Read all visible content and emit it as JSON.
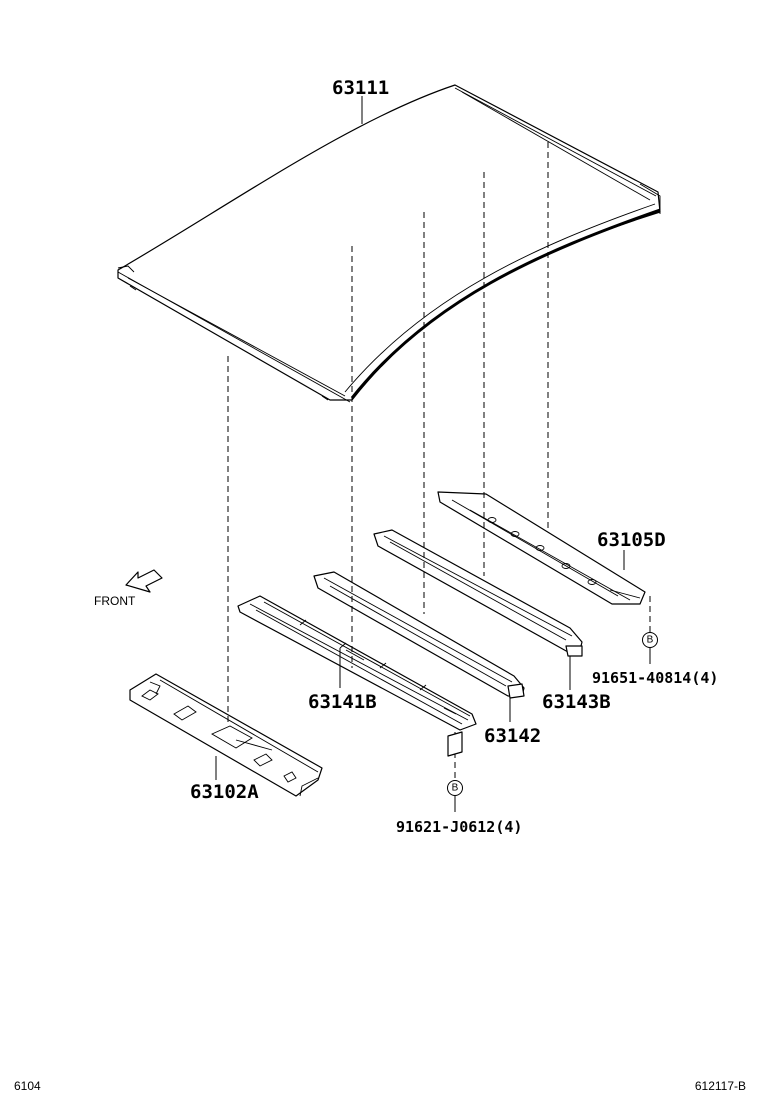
{
  "parts": {
    "roof_panel": "63111",
    "header_panel": "63105D",
    "rear_reinforcement": "63143B",
    "center_reinforcement": "63142",
    "front_reinforcement": "63141B",
    "front_header": "63102A"
  },
  "fasteners": {
    "rear_bolt": "91651-40814(4)",
    "front_bolt": "91621-J0612(4)",
    "callout_letter": "B"
  },
  "direction": {
    "label": "FRONT",
    "icon": "front-arrow-icon"
  },
  "footer": {
    "page_code": "6104",
    "figure_code": "612117-B"
  }
}
